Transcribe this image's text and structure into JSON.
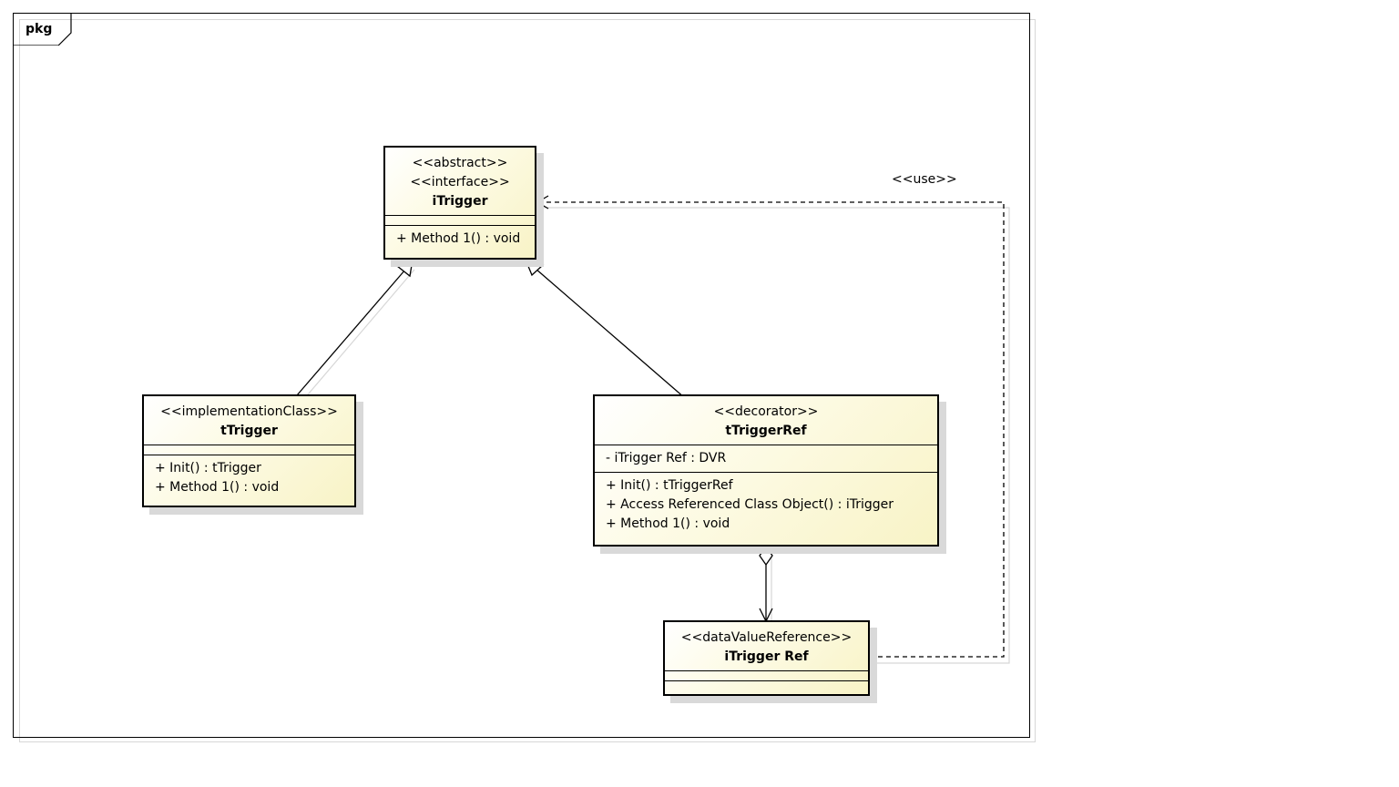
{
  "package": {
    "label": "pkg"
  },
  "classes": {
    "itrigger": {
      "stereotypes": [
        "<<abstract>>",
        "<<interface>>"
      ],
      "name": "iTrigger",
      "attributes": [],
      "operations": [
        "+ Method 1() : void"
      ]
    },
    "ttrigger": {
      "stereotypes": [
        "<<implementationClass>>"
      ],
      "name": "tTrigger",
      "attributes": [],
      "operations": [
        "+ Init() : tTrigger",
        "+ Method 1() : void"
      ]
    },
    "ttriggerref": {
      "stereotypes": [
        "<<decorator>>"
      ],
      "name": "tTriggerRef",
      "attributes": [
        "- iTrigger Ref : DVR"
      ],
      "operations": [
        "+ Init() : tTriggerRef",
        "+ Access Referenced Class Object() : iTrigger",
        "+ Method 1() : void"
      ]
    },
    "itriggerref": {
      "stereotypes": [
        "<<dataValueReference>>"
      ],
      "name": "iTrigger Ref",
      "attributes": [],
      "operations": []
    }
  },
  "relations": {
    "use_label": "<<use>>"
  }
}
